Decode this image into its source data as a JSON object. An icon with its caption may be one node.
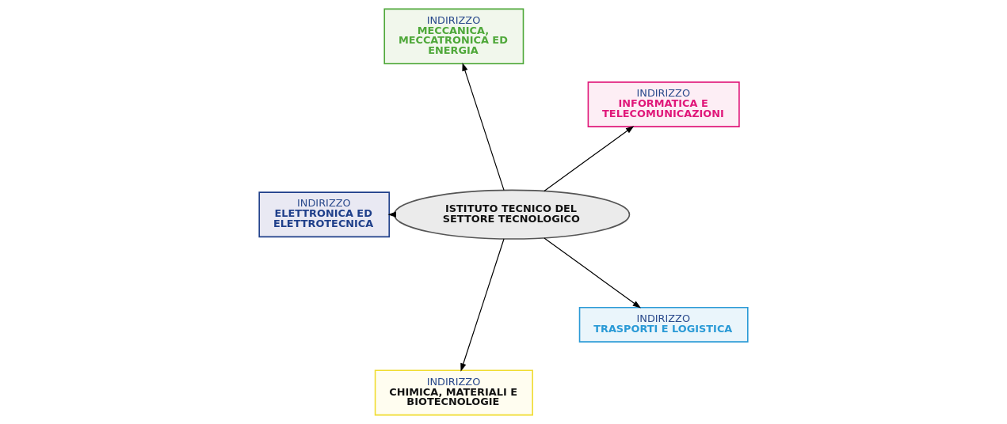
{
  "diagram": {
    "nodes": [
      {
        "text": [
          "ISTITUTO TECNICO DEL SETTORE TECNOLOGICO"
        ]
      },
      {
        "text": [
          "INDIRIZZO",
          "INFORMATICA E TELECOMUNICAZIONI"
        ]
      },
      {
        "text": [
          "INDIRIZZO",
          "MECCANICA, MECCATRONICA ED ENERGIA"
        ]
      },
      {
        "text": [
          "INDIRIZZO",
          "ELETTRONICA ED ELETTROTECNICA"
        ]
      },
      {
        "text": [
          "INDIRIZZO",
          "CHIMICA, MATERIALI E BIOTECNOLOGIE"
        ]
      },
      {
        "text": [
          "INDIRIZZO",
          "TRASPORTI E LOGISTICA"
        ]
      }
    ],
    "edges": [
      {
        "from": 0,
        "to": 1,
        "arrow": "to"
      },
      {
        "from": 0,
        "to": 2,
        "arrow": "to"
      },
      {
        "from": 0,
        "to": 3,
        "arrow": "to"
      },
      {
        "from": 0,
        "to": 4,
        "arrow": "to"
      },
      {
        "from": 0,
        "to": 5,
        "arrow": "to"
      }
    ]
  }
}
